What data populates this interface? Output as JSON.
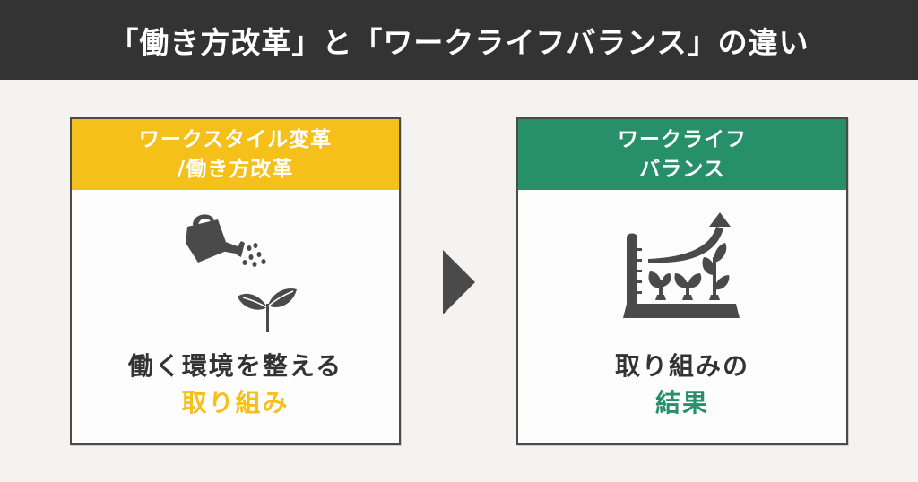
{
  "title": "「働き方改革」と「ワークライフバランス」の違い",
  "colors": {
    "title_bg": "#333333",
    "page_bg": "#f4f3ef",
    "accent_yellow": "#f5c01a",
    "accent_green": "#27906a",
    "icon_gray": "#4a4a4a",
    "text_dark": "#333333"
  },
  "left_card": {
    "header_line1": "ワークスタイル変革",
    "header_line2": "/働き方改革",
    "icon": "watering-can-sprout-icon",
    "text_line1": "働く環境を整える",
    "text_line2": "取り組み"
  },
  "arrow": {
    "icon": "triangle-right-icon"
  },
  "right_card": {
    "header_line1": "ワークライフ",
    "header_line2": "バランス",
    "icon": "growth-chart-plants-icon",
    "text_line1": "取り組みの",
    "text_line2": "結果"
  }
}
